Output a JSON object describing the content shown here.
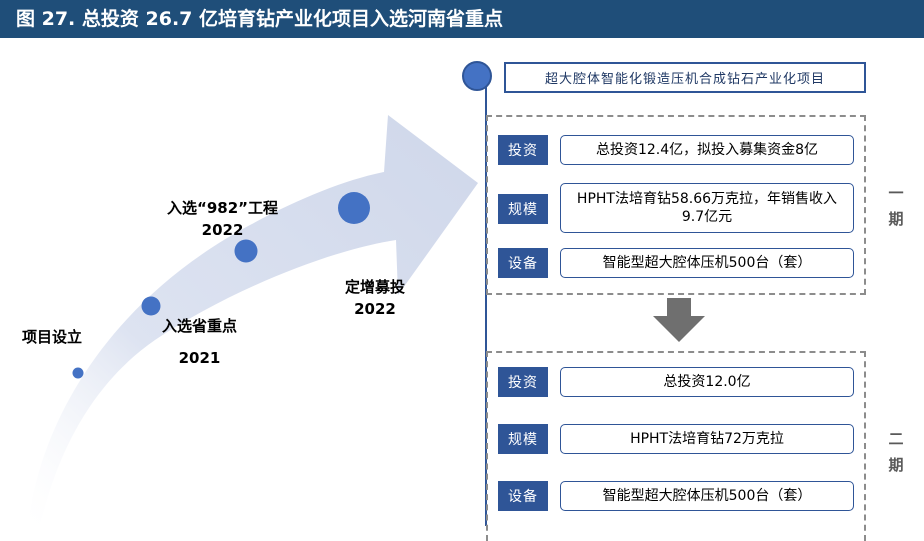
{
  "title": "图 27. 总投资 26.7 亿培育钻产业化项目入选河南省重点",
  "timeline": {
    "milestones": [
      {
        "label": "项目设立",
        "year": ""
      },
      {
        "label": "入选省重点",
        "year": "2021"
      },
      {
        "label": "入选“982”工程",
        "year": "2022"
      },
      {
        "label": "定增募投",
        "year": "2022"
      }
    ]
  },
  "project": {
    "title": "超大腔体智能化锻造压机合成钻石产业化项目",
    "phases": [
      {
        "label": "一期",
        "rows": [
          {
            "tag": "投资",
            "value": "总投资12.4亿，拟投入募集资金8亿"
          },
          {
            "tag": "规模",
            "value": "HPHT法培育钻58.66万克拉，年销售收入9.7亿元"
          },
          {
            "tag": "设备",
            "value": "智能型超大腔体压机500台（套）"
          }
        ]
      },
      {
        "label": "二期",
        "rows": [
          {
            "tag": "投资",
            "value": "总投资12.0亿"
          },
          {
            "tag": "规模",
            "value": "HPHT法培育钻72万克拉"
          },
          {
            "tag": "设备",
            "value": "智能型超大腔体压机500台（套）"
          }
        ]
      }
    ]
  },
  "colors": {
    "title_bar": "#1f4e79",
    "accent": "#2f5597",
    "arrow_fill": "#dde3f1",
    "dot_fill": "#4472c4",
    "down_arrow": "#6f6f6f"
  }
}
